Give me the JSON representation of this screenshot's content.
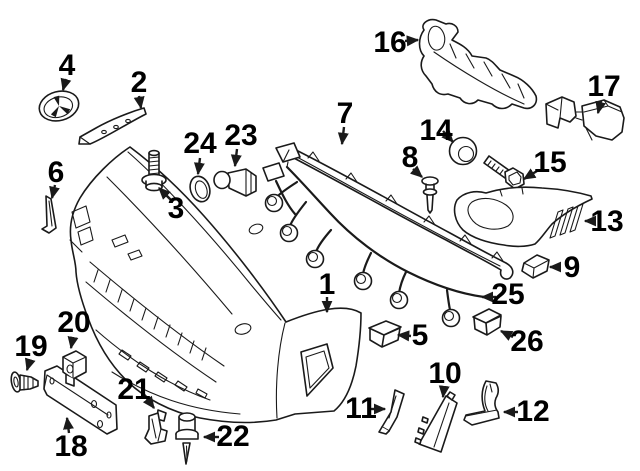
{
  "diagram": {
    "type": "exploded-parts-diagram",
    "background_color": "#ffffff",
    "line_color": "#1a1a1a",
    "label_color": "#000000",
    "callouts": [
      {
        "label": "1"
      },
      {
        "label": "2"
      },
      {
        "label": "3"
      },
      {
        "label": "4"
      },
      {
        "label": "5"
      },
      {
        "label": "6"
      },
      {
        "label": "7"
      },
      {
        "label": "8"
      },
      {
        "label": "9"
      },
      {
        "label": "10"
      },
      {
        "label": "11"
      },
      {
        "label": "12"
      },
      {
        "label": "13"
      },
      {
        "label": "14"
      },
      {
        "label": "15"
      },
      {
        "label": "16"
      },
      {
        "label": "17"
      },
      {
        "label": "18"
      },
      {
        "label": "19"
      },
      {
        "label": "20"
      },
      {
        "label": "21"
      },
      {
        "label": "22"
      },
      {
        "label": "23"
      },
      {
        "label": "24"
      },
      {
        "label": "25"
      },
      {
        "label": "26"
      }
    ]
  }
}
